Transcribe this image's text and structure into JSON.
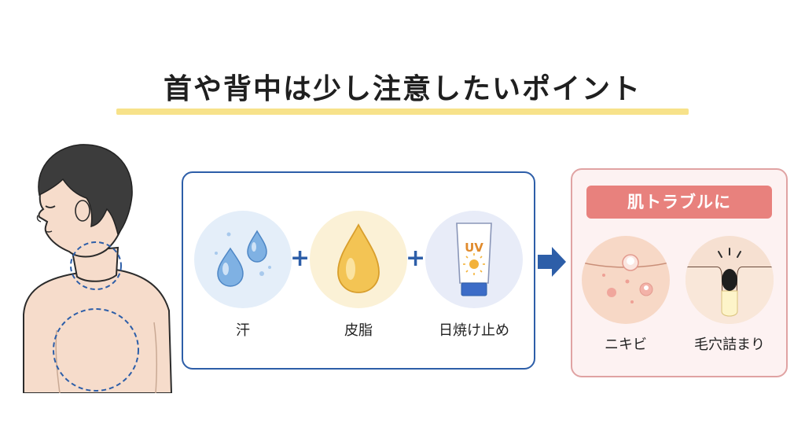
{
  "title": "首や背中は少し注意したいポイント",
  "ingredients": [
    {
      "label": "汗",
      "icon": "sweat-drops-icon"
    },
    {
      "label": "皮脂",
      "icon": "sebum-drop-icon"
    },
    {
      "label": "日焼け止め",
      "icon": "sunscreen-tube-icon",
      "tube_text": "UV"
    }
  ],
  "plus_symbol": "+",
  "trouble": {
    "banner": "肌トラブルに",
    "items": [
      {
        "label": "ニキビ",
        "icon": "acne-icon"
      },
      {
        "label": "毛穴詰まり",
        "icon": "clogged-pore-icon"
      }
    ]
  },
  "colors": {
    "accent_blue": "#2d5ea8",
    "title_underline": "#f7e28a",
    "trouble_banner": "#e8817d",
    "trouble_border": "#e0a3a3"
  }
}
